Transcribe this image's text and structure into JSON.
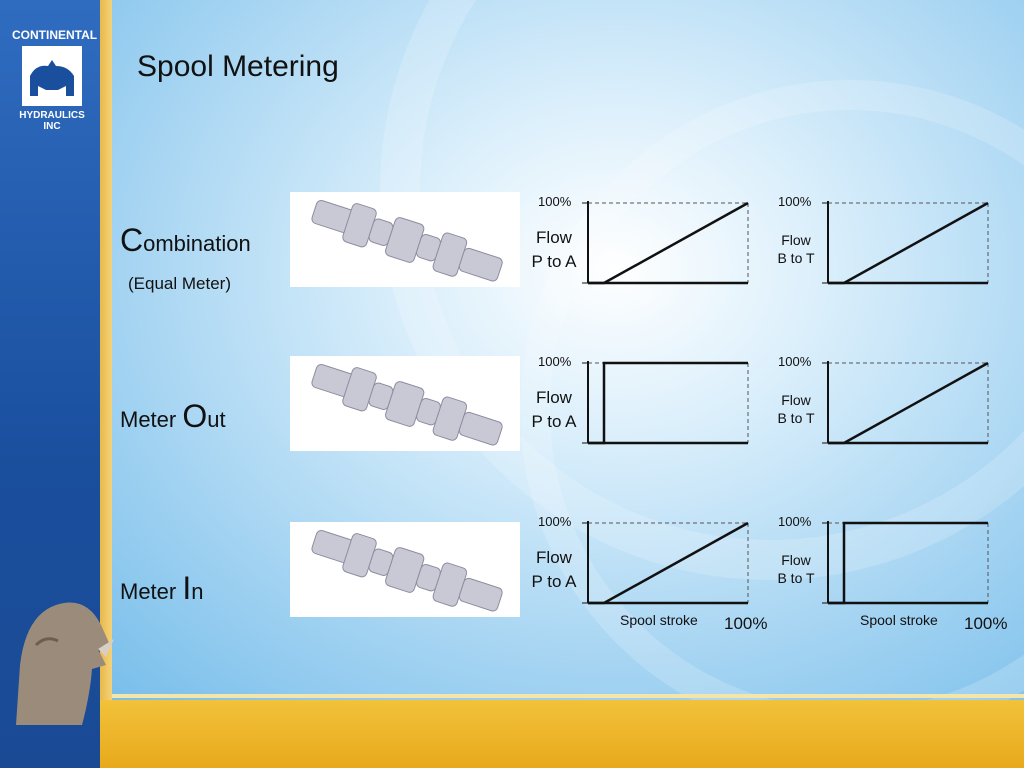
{
  "slide": {
    "title": "Spool Metering",
    "logo": {
      "line1": "CONTINENTAL",
      "line2": "HYDRAULICS INC"
    },
    "rows": [
      {
        "label_initial": "C",
        "label_rest": "ombination",
        "sublabel": "(Equal Meter)"
      },
      {
        "label_prefix": "Meter ",
        "label_initial": "O",
        "label_rest": "ut"
      },
      {
        "label_prefix": "Meter ",
        "label_initial": "I",
        "label_rest": "n"
      }
    ],
    "chart_labels": {
      "top": "100%",
      "flow_pa_line1": "Flow",
      "flow_pa_line2": "P to A",
      "flow_bt_line1": "Flow",
      "flow_bt_line2": "B to T",
      "x_label": "Spool stroke",
      "x_end": "100%"
    }
  },
  "chart_data": [
    {
      "type": "line",
      "title": "Combination P to A",
      "x": [
        0,
        10,
        100
      ],
      "y": [
        0,
        0,
        100
      ],
      "ylabel": "Flow P to A"
    },
    {
      "type": "line",
      "title": "Combination B to T",
      "x": [
        0,
        10,
        100
      ],
      "y": [
        0,
        0,
        100
      ],
      "ylabel": "Flow B to T"
    },
    {
      "type": "line",
      "title": "Meter Out P to A",
      "x": [
        0,
        10,
        10,
        100
      ],
      "y": [
        0,
        0,
        100,
        100
      ],
      "ylabel": "Flow P to A"
    },
    {
      "type": "line",
      "title": "Meter Out B to T",
      "x": [
        0,
        10,
        100
      ],
      "y": [
        0,
        0,
        100
      ],
      "ylabel": "Flow B to T"
    },
    {
      "type": "line",
      "title": "Meter In P to A",
      "x": [
        0,
        10,
        100
      ],
      "y": [
        0,
        0,
        100
      ],
      "ylabel": "Flow P to A",
      "xlabel": "Spool stroke"
    },
    {
      "type": "line",
      "title": "Meter In B to T",
      "x": [
        0,
        10,
        10,
        100
      ],
      "y": [
        0,
        0,
        100,
        100
      ],
      "ylabel": "Flow B to T",
      "xlabel": "Spool stroke"
    }
  ]
}
